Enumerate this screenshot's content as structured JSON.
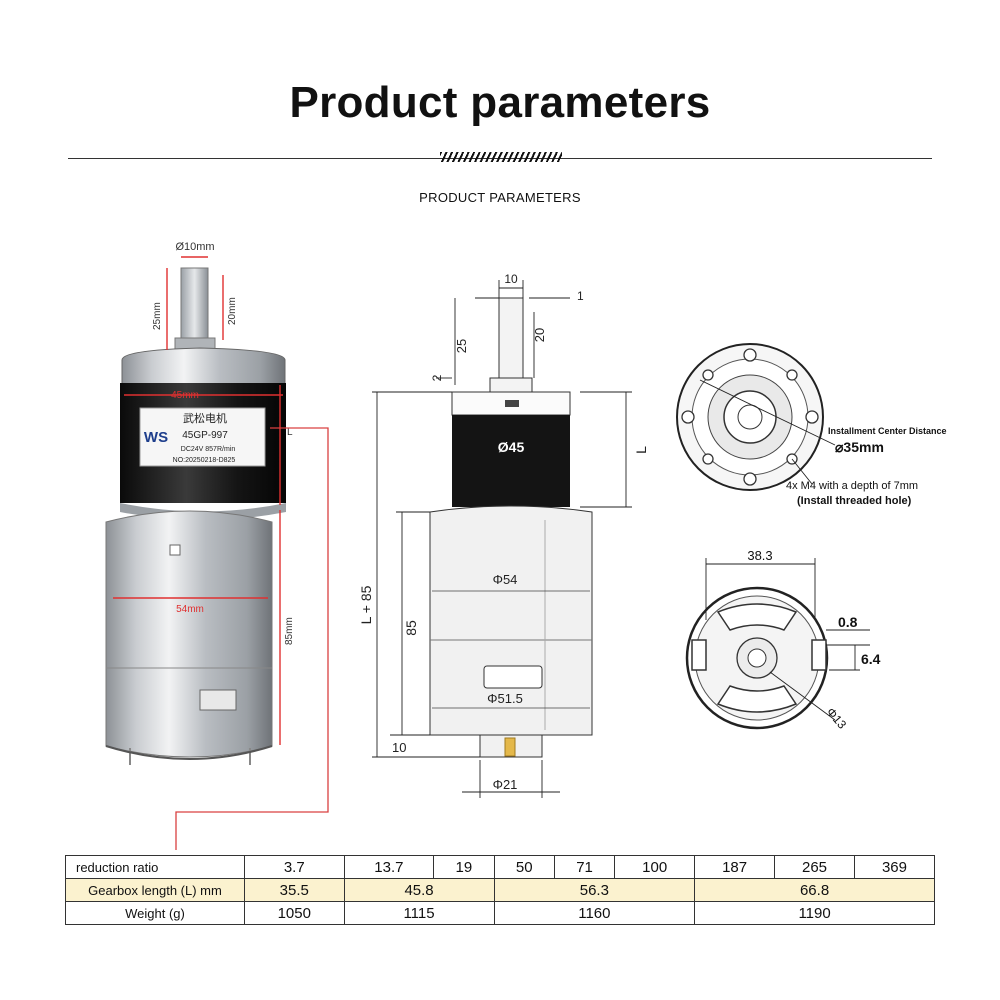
{
  "header": {
    "title": "Product parameters",
    "subtitle": "PRODUCT PARAMETERS"
  },
  "photo": {
    "shaft_diameter": "Ø10mm",
    "shaft_length": "25mm",
    "shaft_key_length": "20mm",
    "gearbox_diameter": "45mm",
    "motor_diameter": "54mm",
    "motor_length": "85mm",
    "gearbox_length_label": "L",
    "label_brand": "武松电机",
    "label_model": "45GP-997",
    "label_spec": "DC24V 857R/min",
    "label_serial": "NO:20250218-D825",
    "logo_text": "WS"
  },
  "side_drawing": {
    "dim_shaft": "10",
    "dim_offset": "1",
    "dim_shaft_length": "25",
    "dim_key_length": "20",
    "dim_step": "2",
    "gearbox_diameter": "Ø45",
    "gearbox_length": "L",
    "total_length": "L + 85",
    "motor_length": "85",
    "motor_diameter": "Φ54",
    "motor_base_diameter": "Φ51.5",
    "rear_length": "10",
    "rear_boss_diameter": "Φ21"
  },
  "front_view": {
    "note_title": "Installment Center Distance",
    "center_distance": "⌀35mm",
    "mount_note_1": "4x M4 with a depth of 7mm",
    "mount_note_2": "(Install threaded hole)"
  },
  "rear_view": {
    "width": "38.3",
    "terminal_thickness": "0.8",
    "terminal_width": "6.4",
    "boss_diameter": "Φ13"
  },
  "table": {
    "ratio_header": "reduction ratio",
    "ratios": [
      "3.7",
      "13.7",
      "19",
      "50",
      "71",
      "100",
      "187",
      "265",
      "369"
    ],
    "length_header": "Gearbox length (L) mm",
    "lengths": [
      "35.5",
      "45.8",
      "56.3",
      "66.8"
    ],
    "weight_header": "Weight (g)",
    "weights": [
      "1050",
      "1115",
      "1160",
      "1190"
    ]
  },
  "colors": {
    "table_highlight": "#fbf2cf",
    "pointer_red": "#d94040",
    "gearbox_black": "#141414",
    "motor_gray": "#f1f1f1"
  }
}
